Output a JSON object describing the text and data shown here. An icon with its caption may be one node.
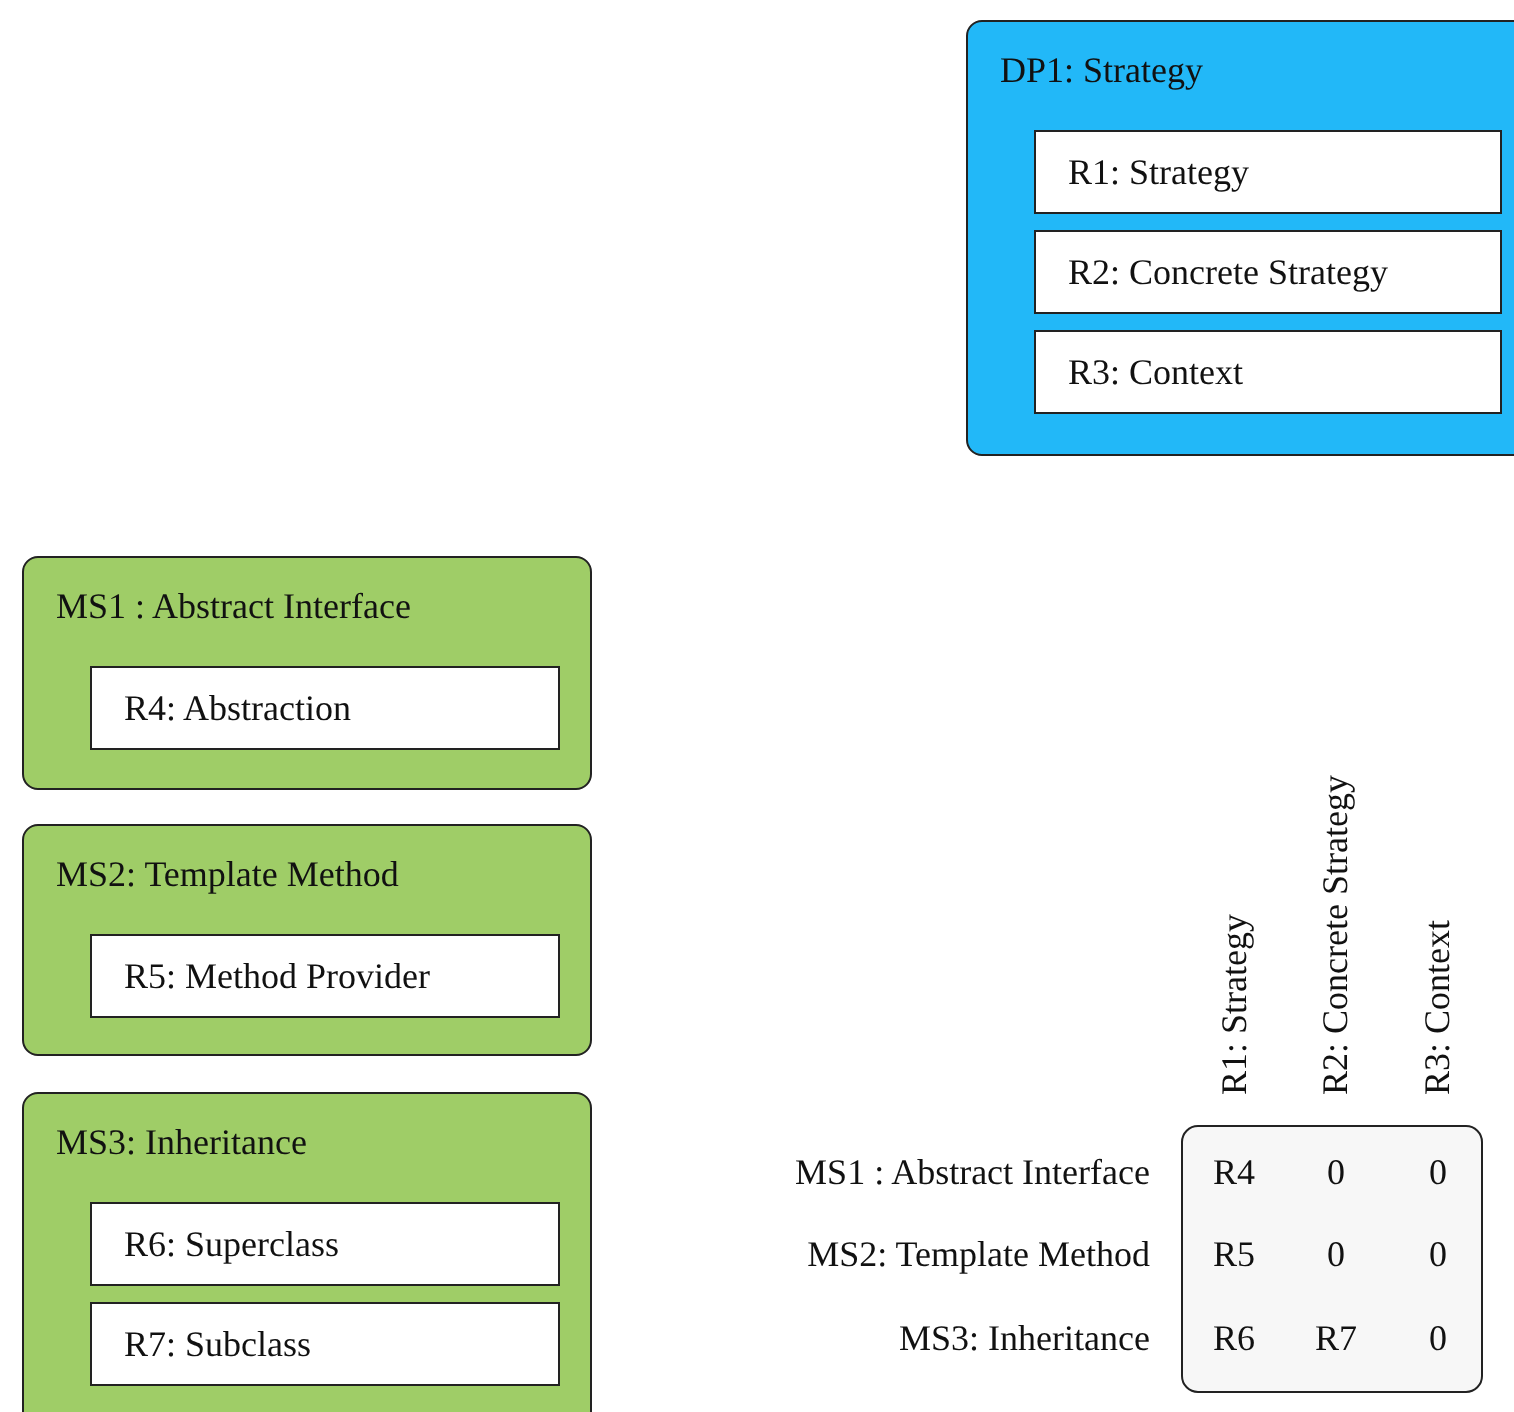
{
  "diagram": {
    "nodes": [
      {
        "text": [
          "DP1: Strategy"
        ]
      },
      {
        "text": [
          "R1: Strategy"
        ],
        "in": 0
      },
      {
        "text": [
          "R2: Concrete Strategy"
        ],
        "in": 0
      },
      {
        "text": [
          "R3: Context"
        ],
        "in": 0
      },
      {
        "text": [
          "MS1 : Abstract Interface"
        ]
      },
      {
        "text": [
          "R4: Abstraction"
        ],
        "in": 4
      },
      {
        "text": [
          "MS2: Template Method"
        ]
      },
      {
        "text": [
          "R5: Method Provider"
        ],
        "in": 6
      },
      {
        "text": [
          "MS3: Inheritance"
        ]
      },
      {
        "text": [
          "R6: Superclass"
        ],
        "in": 8
      },
      {
        "text": [
          "R7: Subclass"
        ],
        "in": 8
      }
    ],
    "labels": [
      "R1: Strategy",
      "R2: Concrete Strategy",
      "R3: Context",
      "MS1 : Abstract Interface",
      "R4",
      "0",
      "0",
      "MS2: Template Method",
      "R5",
      "0",
      "0",
      "MS3: Inheritance",
      "R6",
      "R7",
      "0"
    ]
  }
}
